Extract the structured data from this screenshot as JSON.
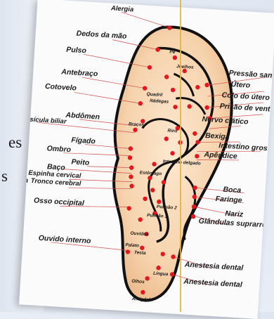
{
  "slide_edge": {
    "text_1": "es",
    "text_2": "s"
  },
  "labels": {
    "left": {
      "alergia": "Alergia",
      "dedos_da_mao": "Dedos da mão",
      "pulso": "Pulso",
      "antebraco": "Antebraço",
      "cotovelo": "Cotovelo",
      "abdomen": "Abdômen",
      "vesicula_biliar": "Vesícula biliar",
      "figado": "Fígado",
      "ombro": "Ombro",
      "peito": "Peito",
      "baco": "Baço",
      "espinha_cervical": "Espinha cervical",
      "clavicula": "avícula",
      "tronco_cerebral": "Tronco cerebral",
      "osso_occipital": "Osso occipital",
      "ouvido_interno": "Ouvido interno"
    },
    "right": {
      "pressao_sangu": "Pressão sangu",
      "utero": "Útero",
      "colo_do_utero": "Colo do útero",
      "prisao_de_ventre": "Prisão de ventre",
      "nervo_ciatico": "Nervo ciático",
      "bexiga": "Bexiga",
      "intestino_gross": "Intestino gross",
      "apendice": "Apêndice",
      "boca": "Boca",
      "faringe": "Faringe",
      "nariz": "Nariz",
      "glandulas_suprarrenais": "Glândulas suprarren",
      "anestesia_dental_1": "Anestesia dental",
      "anestesia_dental_2": "Anestesia dental"
    },
    "inner": {
      "pe": "Pé",
      "joelhos": "Joelhos",
      "quadril": "Quadril",
      "nadegas": "Nádegas",
      "bracos": "Braços",
      "rins": "Rins",
      "intestino_delgado": "Intestino delgado",
      "estomago": "Estômago",
      "pulmao_2": "Pulmão 2",
      "pulmao_1": "Pulmão 1",
      "ouvidos": "Ouvidos",
      "palato": "Palato",
      "testa": "Testa",
      "lingua": "Língua",
      "olhos": "Olhos",
      "amigdala": "Amígdala"
    }
  },
  "colors": {
    "point": "#e4161e",
    "ear_outline": "#111111",
    "ear_fill": "#f6d3ad",
    "divider": "#e3b23c"
  }
}
